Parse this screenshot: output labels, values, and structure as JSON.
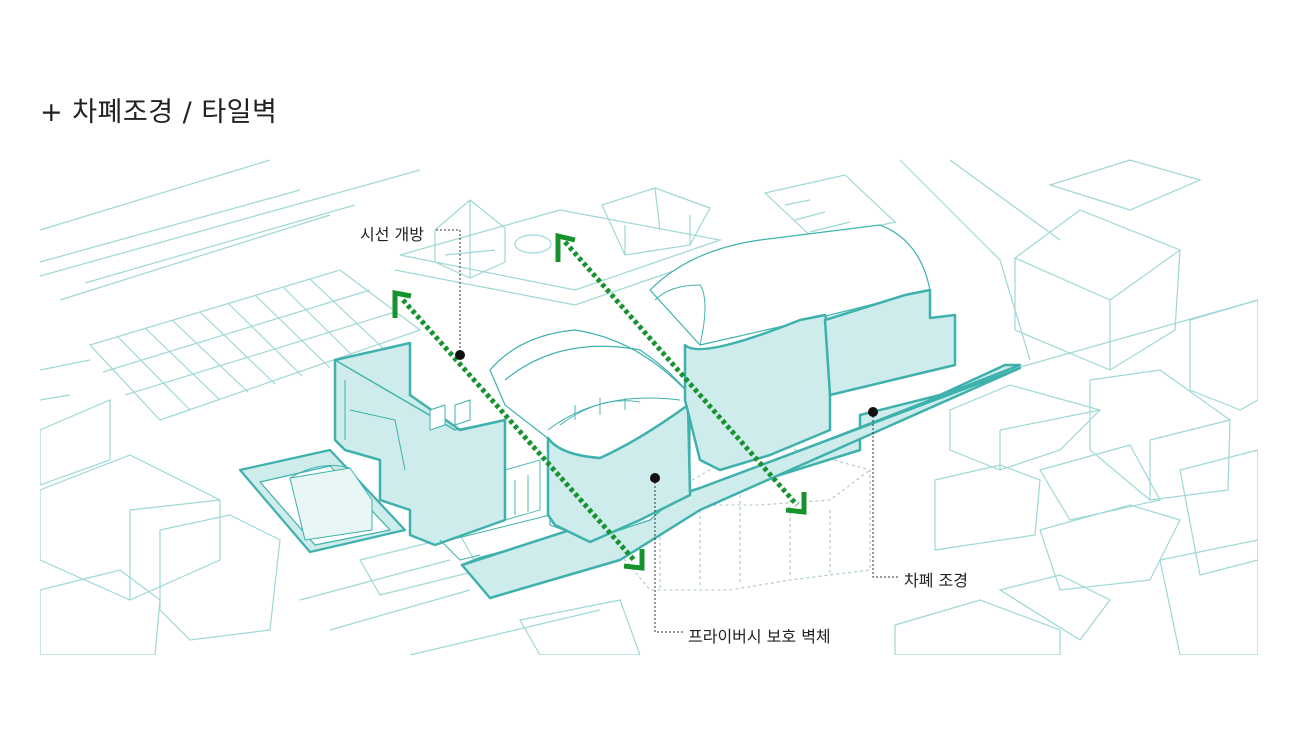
{
  "title": "+  차폐조경 / 타일벽",
  "labels": {
    "view_open": "시선 개방",
    "screen_landscape": "차폐 조경",
    "privacy_wall": "프라이버시 보호 벽체"
  },
  "colors": {
    "outline": "#9dd8d6",
    "building_fill": "#cdeceb",
    "building_stroke": "#3fb1ad",
    "arrow": "#16922f",
    "leader": "#333333",
    "text": "#222222"
  }
}
